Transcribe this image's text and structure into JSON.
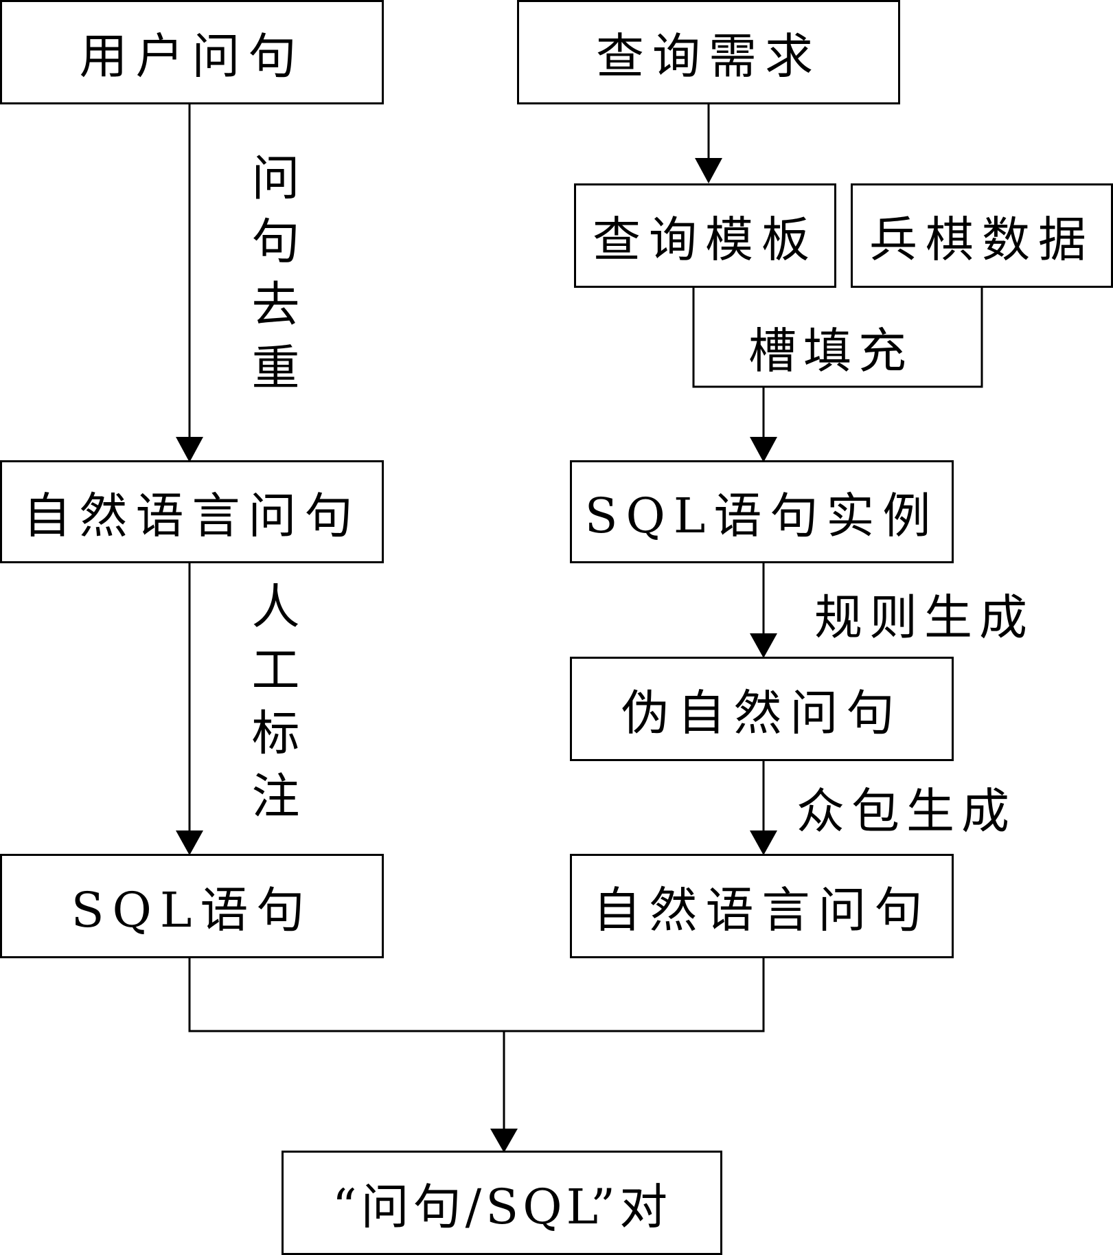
{
  "left": {
    "user_query": "用户问句",
    "dedup_label": "问句去重",
    "nl_query": "自然语言问句",
    "annotate_label": "人工标注",
    "sql": "SQL语句"
  },
  "right": {
    "query_need": "查询需求",
    "query_template": "查询模板",
    "wargame_data": "兵棋数据",
    "slot_fill_label": "槽填充",
    "sql_instance": "SQL语句实例",
    "rule_gen_label": "规则生成",
    "pseudo_nl": "伪自然问句",
    "crowd_gen_label": "众包生成",
    "nl_query": "自然语言问句"
  },
  "output": {
    "pair": "“问句/SQL”对"
  }
}
